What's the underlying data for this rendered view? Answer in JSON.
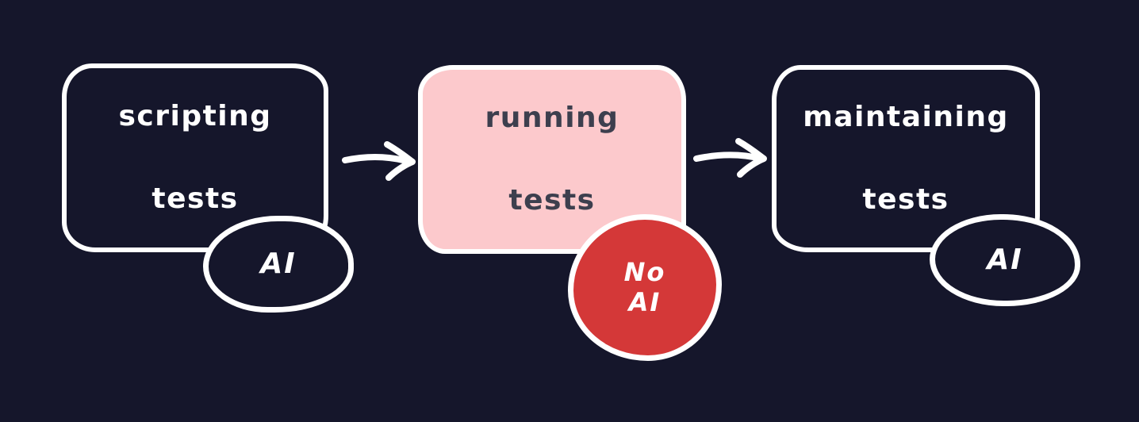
{
  "canvas": {
    "background": "#15162b",
    "stroke_color": "#ffffff"
  },
  "flow": {
    "nodes": [
      {
        "id": "scripting-tests",
        "label": "scripting tests",
        "lines": [
          "scripting",
          "tests"
        ],
        "fill": "#15162b",
        "text_color": "#ffffff",
        "badge": {
          "label": "AI",
          "lines": [
            "AI"
          ],
          "fill": "#15162b",
          "text_color": "#ffffff"
        }
      },
      {
        "id": "running-tests",
        "label": "running tests",
        "lines": [
          "running",
          "tests"
        ],
        "fill": "#fcc9cc",
        "text_color": "#3d3f4e",
        "badge": {
          "label": "No AI",
          "lines": [
            "No",
            "AI"
          ],
          "fill": "#d43838",
          "text_color": "#ffffff"
        }
      },
      {
        "id": "maintaining-tests",
        "label": "maintaining tests",
        "lines": [
          "maintaining",
          "tests"
        ],
        "fill": "#15162b",
        "text_color": "#ffffff",
        "badge": {
          "label": "AI",
          "lines": [
            "AI"
          ],
          "fill": "#15162b",
          "text_color": "#ffffff"
        }
      }
    ],
    "connectors": [
      {
        "from": "scripting-tests",
        "to": "running-tests",
        "type": "arrow-right",
        "color": "#ffffff"
      },
      {
        "from": "running-tests",
        "to": "maintaining-tests",
        "type": "arrow-right",
        "color": "#ffffff"
      }
    ]
  }
}
